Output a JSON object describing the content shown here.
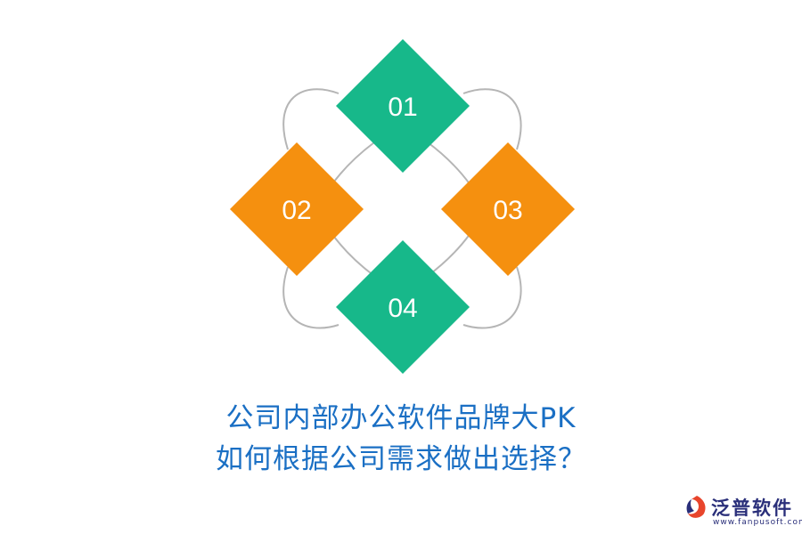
{
  "diagram": {
    "nodes": [
      {
        "label": "01",
        "color": "#17b88a"
      },
      {
        "label": "02",
        "color": "#f5900f"
      },
      {
        "label": "03",
        "color": "#f5900f"
      },
      {
        "label": "04",
        "color": "#17b88a"
      }
    ],
    "connector_color": "#b5b5b5"
  },
  "title": {
    "line1": "公司内部办公软件品牌大PK",
    "line2": "如何根据公司需求做出选择？"
  },
  "logo": {
    "name": "泛普软件",
    "url": "www.fanpusoft.com"
  }
}
